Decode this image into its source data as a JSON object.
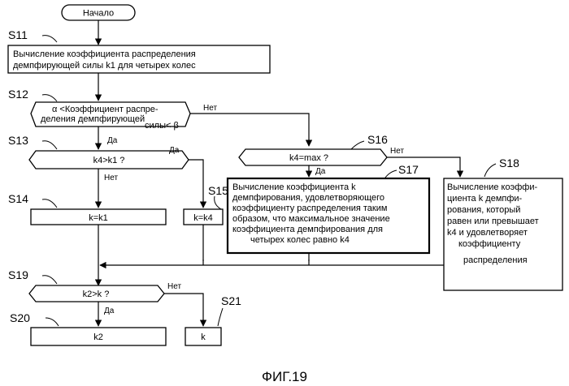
{
  "start": "Начало",
  "steps": {
    "s11": {
      "label": "S11",
      "lines": [
        "Вычисление коэффициента распределения",
        "демпфирующей силы k1 для четырех колес"
      ]
    },
    "s12": {
      "label": "S12",
      "lines": [
        "α <Коэффициент распре-",
        "деления демпфирующей",
        "силы< β"
      ]
    },
    "s13": {
      "label": "S13",
      "text": "k4>k1 ?"
    },
    "s14": {
      "label": "S14",
      "text": "k=k1"
    },
    "s15": {
      "label": "S15",
      "text": "k=k4"
    },
    "s16": {
      "label": "S16",
      "text": "k4=max ?"
    },
    "s17": {
      "label": "S17",
      "lines": [
        "Вычисление коэффициента k",
        "демпфирования, удовлетворяющего",
        "коэффициенту распределения таким",
        "образом, что максимальное значение",
        "коэффициента демпфирования для",
        "четырех колес равно k4"
      ]
    },
    "s18": {
      "label": "S18",
      "lines": [
        "Вычисление коэффи-",
        "циента k демпфи-",
        "рования, который",
        "равен или превышает",
        "k4 и удовлетворяет",
        "коэффициенту",
        "распределения"
      ]
    },
    "s19": {
      "label": "S19",
      "text": "k2>k ?"
    },
    "s20": {
      "label": "S20",
      "text": "k2"
    },
    "s21": {
      "label": "S21",
      "text": "k"
    }
  },
  "branches": {
    "yes": "Да",
    "no": "Нет"
  },
  "caption": "ФИГ.19"
}
